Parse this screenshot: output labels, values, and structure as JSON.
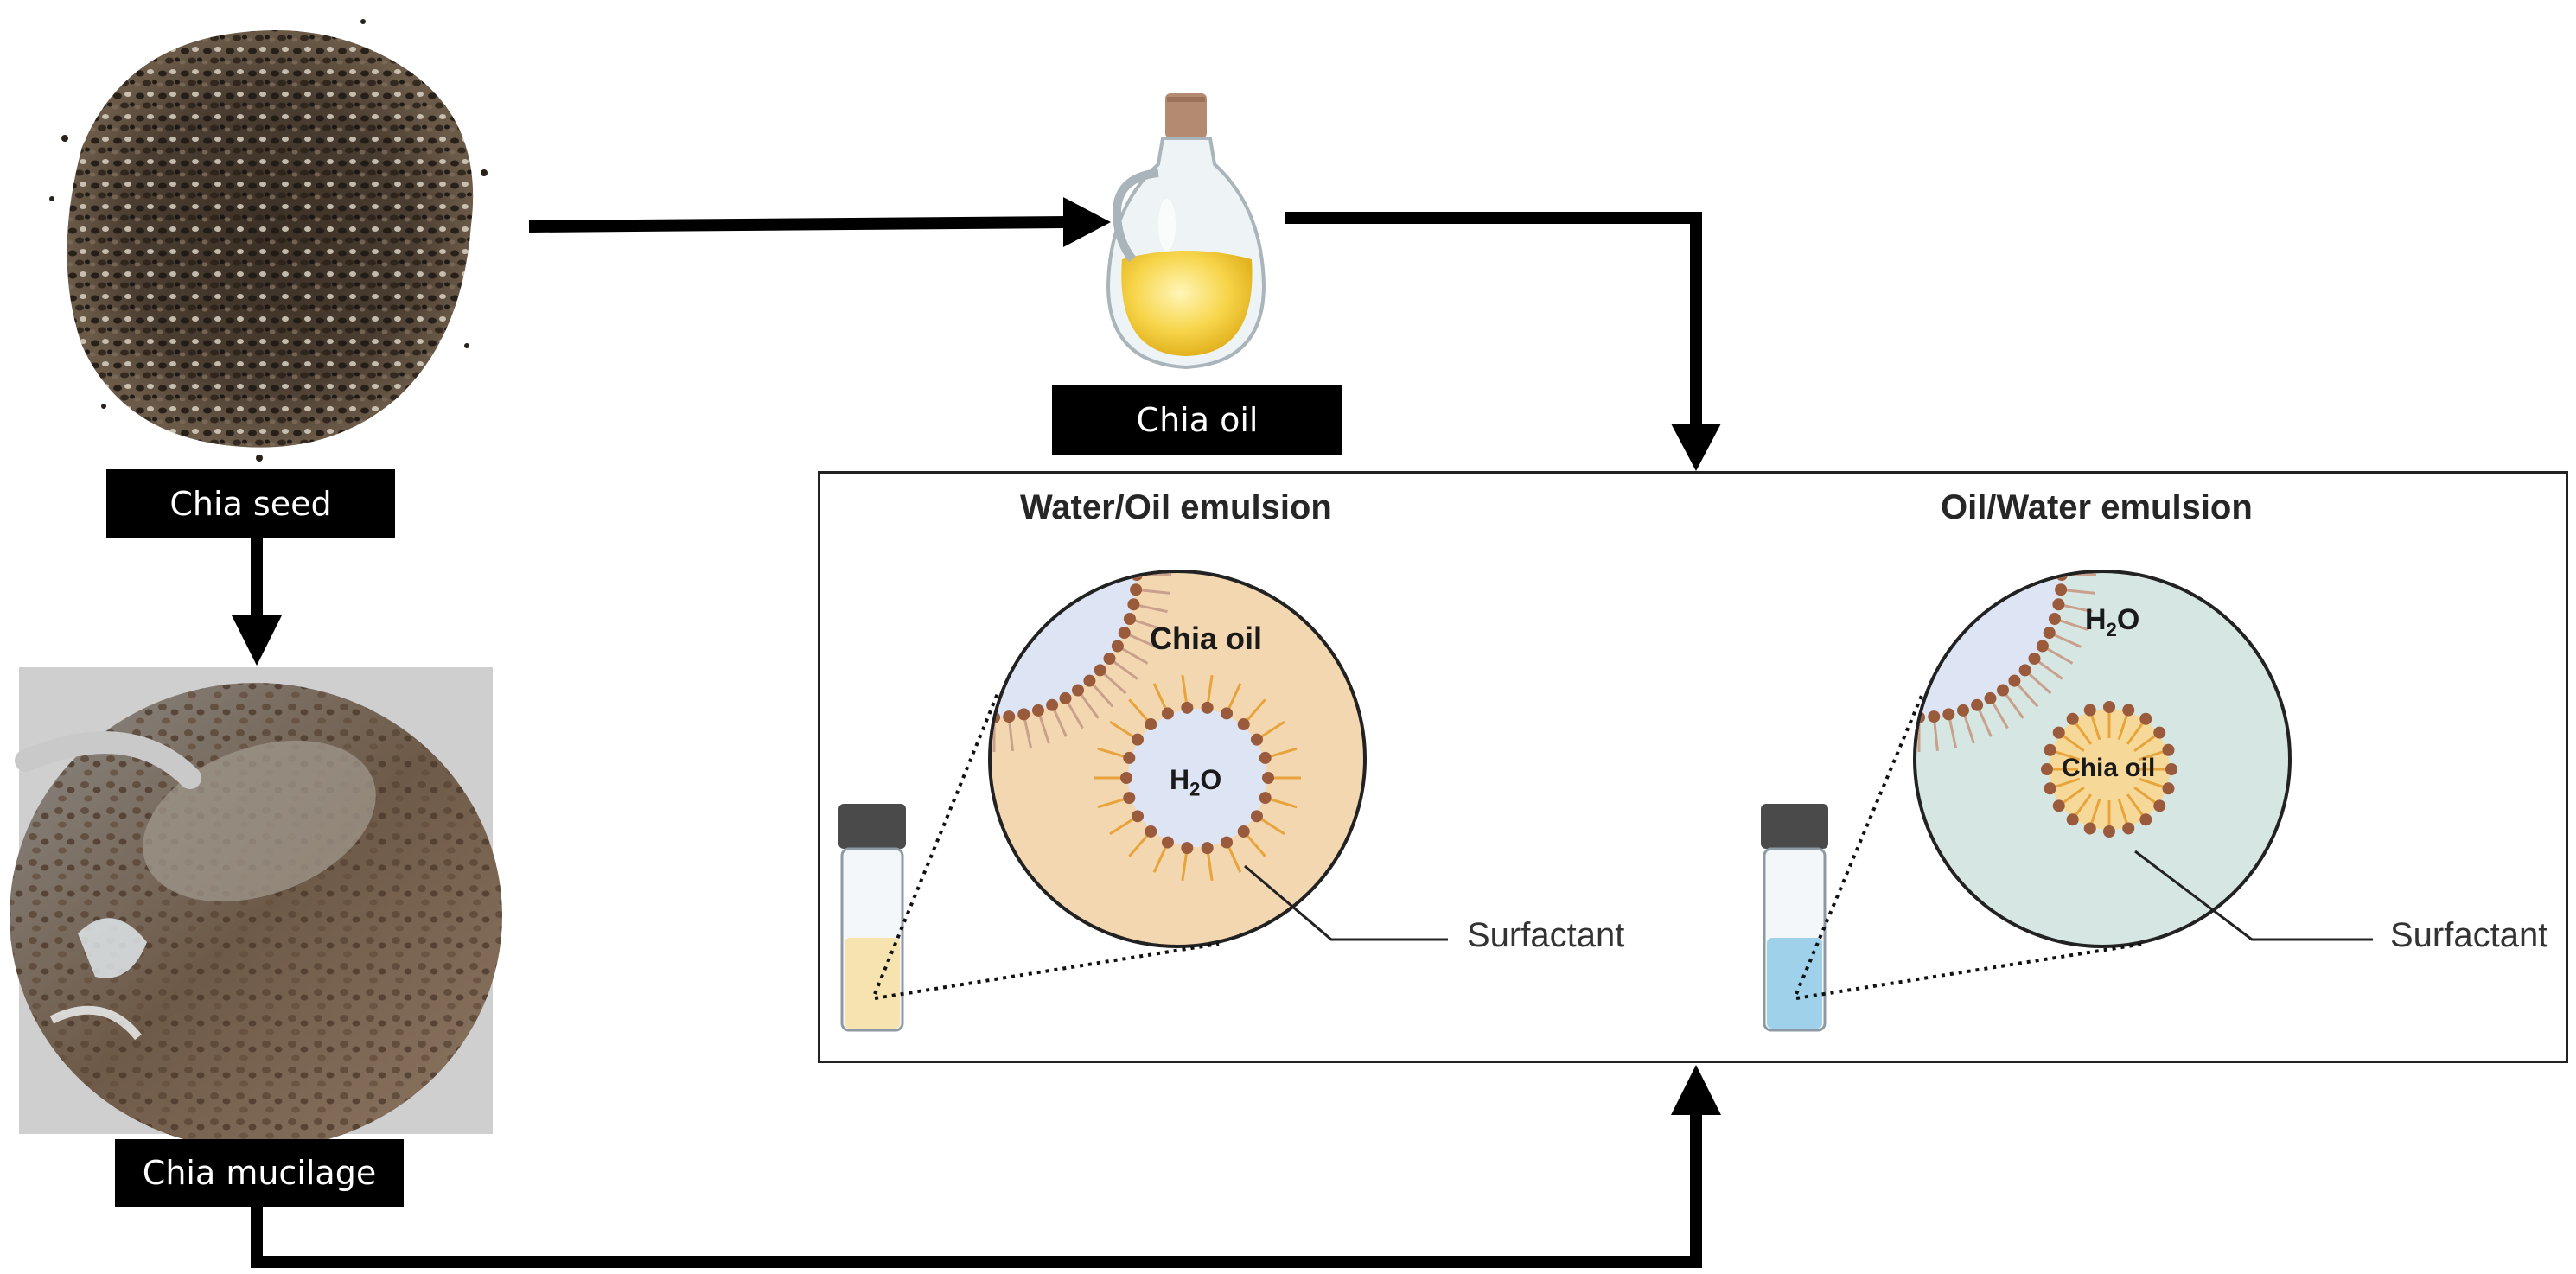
{
  "labels": {
    "chia_seed": "Chia seed",
    "chia_oil": "Chia oil",
    "chia_mucilage": "Chia mucilage"
  },
  "panel": {
    "wo_title": "Water/Oil emulsion",
    "ow_title": "Oil/Water emulsion",
    "wo_outer": "Chia oil",
    "wo_inner_main": "H",
    "wo_inner_sub": "2",
    "wo_inner_end": "O",
    "ow_outer_main": "H",
    "ow_outer_sub": "2",
    "ow_outer_end": "O",
    "ow_inner": "Chia oil",
    "surfactant_left": "Surfactant",
    "surfactant_right": "Surfactant"
  },
  "colors": {
    "oil_phase": "#f2d7b0",
    "water_phase_circle": "#d6e6e2",
    "water_droplet": "#dde4f4",
    "oil_droplet": "#f6d998",
    "head_brown": "#9a5a3c",
    "tail_orange": "#e8a33a",
    "arrow": "#000000"
  }
}
